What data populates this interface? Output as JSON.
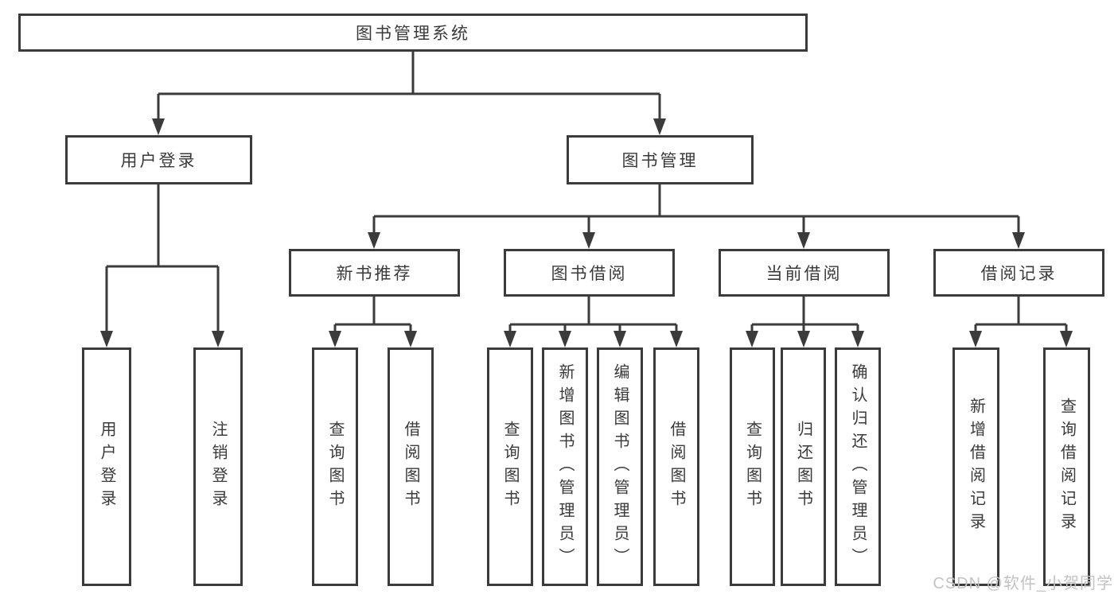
{
  "tree": {
    "label": "图书管理系统",
    "children": [
      {
        "label": "用户登录",
        "children": [
          {
            "label": "用户登录"
          },
          {
            "label": "注销登录"
          }
        ]
      },
      {
        "label": "图书管理",
        "children": [
          {
            "label": "新书推荐",
            "children": [
              {
                "label": "查询图书"
              },
              {
                "label": "借阅图书"
              }
            ]
          },
          {
            "label": "图书借阅",
            "children": [
              {
                "label": "查询图书"
              },
              {
                "label": "新增图书（管理员）"
              },
              {
                "label": "编辑图书（管理员）"
              },
              {
                "label": "借阅图书"
              }
            ]
          },
          {
            "label": "当前借阅",
            "children": [
              {
                "label": "查询图书"
              },
              {
                "label": "归还图书"
              },
              {
                "label": "确认归还（管理员）"
              }
            ]
          },
          {
            "label": "借阅记录",
            "children": [
              {
                "label": "新增借阅记录"
              },
              {
                "label": "查询借阅记录"
              }
            ]
          }
        ]
      }
    ]
  },
  "watermark": {
    "text": "CSDN @软件_小贺同学"
  },
  "colors": {
    "line": "#3b3b3b",
    "box_border": "#3b3b3b",
    "text": "#3a3a3a",
    "watermark": "#c3c3c3",
    "background": "#ffffff"
  }
}
